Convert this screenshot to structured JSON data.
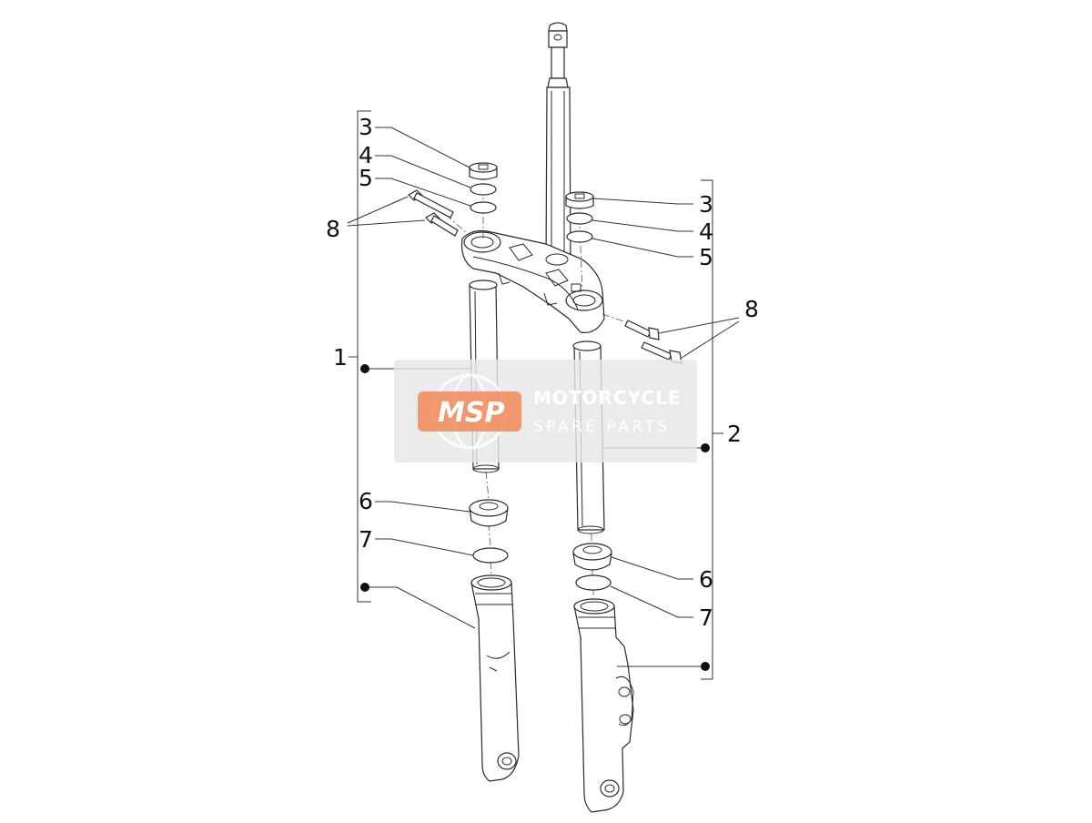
{
  "diagram": {
    "callouts": {
      "c1": "1",
      "c2": "2",
      "c3_left": "3",
      "c4_left": "4",
      "c5_left": "5",
      "c8_left": "8",
      "c3_right": "3",
      "c4_right": "4",
      "c5_right": "5",
      "c8_right": "8",
      "c6_left": "6",
      "c7_left": "7",
      "c6_right": "6",
      "c7_right": "7"
    }
  },
  "watermark": {
    "logo": "MSP",
    "title": "MOTORCYCLE",
    "subtitle": "SPARE PARTS",
    "logo_color": "#f08a5a",
    "box_color": "#e6e6e6"
  }
}
